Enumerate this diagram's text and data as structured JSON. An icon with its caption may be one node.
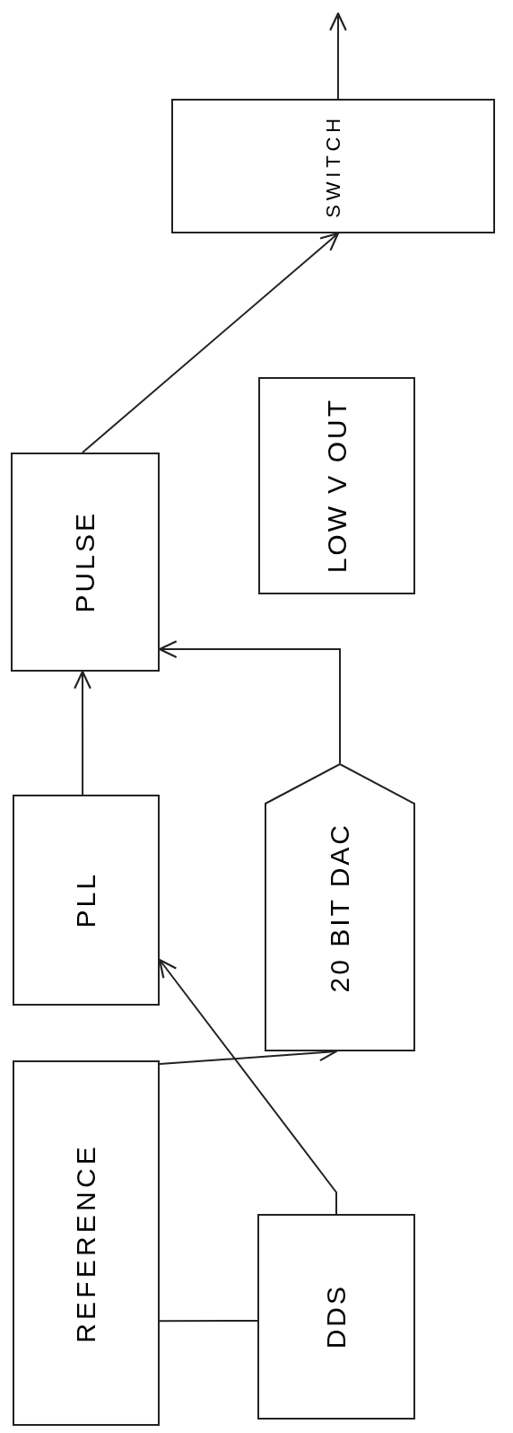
{
  "diagram": {
    "nodes": [
      {
        "text": [
          "REFERENCE"
        ]
      },
      {
        "text": [
          "DDS"
        ]
      },
      {
        "text": [
          "PLL"
        ]
      },
      {
        "text": [
          "20 BIT DAC"
        ]
      },
      {
        "text": [
          "PULSE"
        ]
      },
      {
        "text": [
          "LOW V OUT"
        ]
      },
      {
        "text": [
          "SWITCH"
        ]
      }
    ],
    "edges": [
      {
        "from": 0,
        "to": 1,
        "arrow": "none"
      },
      {
        "from": 0,
        "to": 3,
        "arrow": "to"
      },
      {
        "from": 1,
        "to": 2,
        "arrow": "to"
      },
      {
        "from": 2,
        "to": 4,
        "arrow": "to"
      },
      {
        "from": 3,
        "to": 4,
        "arrow": "to"
      },
      {
        "from": 4,
        "to": 6,
        "arrow": "to"
      },
      {
        "from": 6,
        "to": null,
        "arrow": "to"
      }
    ]
  }
}
